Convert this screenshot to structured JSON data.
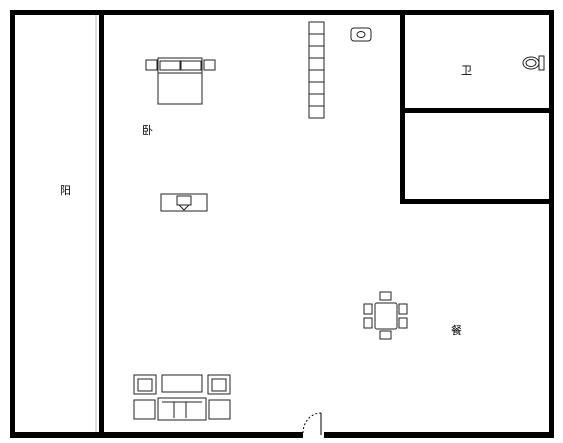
{
  "rooms": {
    "balcony": "阳",
    "bedroom": "卧",
    "bathroom": "卫",
    "dining": "餐"
  },
  "colors": {
    "wall": "#000000",
    "line": "#111111",
    "background": "#ffffff"
  }
}
